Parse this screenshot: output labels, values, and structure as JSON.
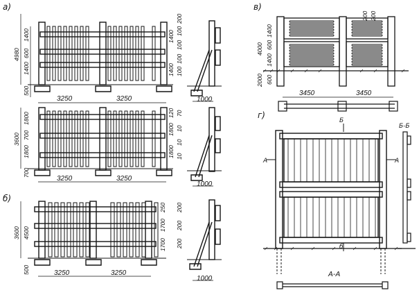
{
  "labels": {
    "a": "а)",
    "b": "б)",
    "v": "в)",
    "g": "г)"
  },
  "dims": {
    "span_a": "3250",
    "span_v": "3450",
    "d4980": "4980",
    "d1400": "1400",
    "d600": "600",
    "d500": "500",
    "d3600": "3600",
    "d1800": "1800",
    "d700": "700",
    "d4500": "4500",
    "d4000": "4000",
    "d2000": "2000",
    "d200": "200",
    "d100": "100",
    "d120": "120",
    "d70": "70",
    "d10": "10",
    "d250": "250",
    "d1700": "1700",
    "d1000": "1000"
  },
  "sections": {
    "aa": "А-А",
    "bb": "Б-Б",
    "a_mark": "А",
    "b_mark": "Б",
    "b_mark_low": "б"
  }
}
